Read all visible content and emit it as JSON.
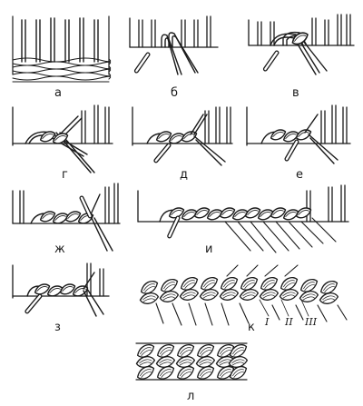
{
  "panels": [
    {
      "id": "a",
      "label": "а"
    },
    {
      "id": "b",
      "label": "б"
    },
    {
      "id": "v",
      "label": "в"
    },
    {
      "id": "g",
      "label": "г"
    },
    {
      "id": "d",
      "label": "д"
    },
    {
      "id": "e",
      "label": "е"
    },
    {
      "id": "zh",
      "label": "ж"
    },
    {
      "id": "i",
      "label": "и"
    },
    {
      "id": "z",
      "label": "з"
    },
    {
      "id": "k",
      "label": "к"
    },
    {
      "id": "l",
      "label": "л"
    }
  ],
  "braid_markers": [
    "I",
    "II",
    "III"
  ]
}
